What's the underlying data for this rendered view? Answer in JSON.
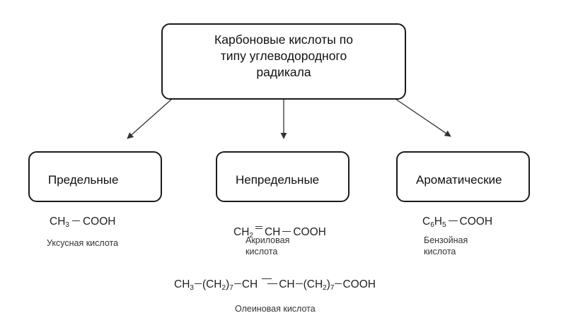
{
  "root": {
    "label": "Карбоновые кислоты по типу углеводородного радикала"
  },
  "categories": [
    {
      "label": "Предельные"
    },
    {
      "label": "Непредельные"
    },
    {
      "label": "Ароматические"
    }
  ],
  "examples": {
    "acetic": {
      "formula_a": "CH",
      "sub1": "3",
      "formula_b": "COOH",
      "name": "Уксусная кислота"
    },
    "acrylic": {
      "formula_a": "CH",
      "sub1": "2",
      "formula_b": "CH",
      "formula_c": "COOH",
      "name": "Акриловая кислота"
    },
    "benzoic": {
      "formula_a": "C",
      "sub1": "6",
      "formula_b": "H",
      "sub2": "5",
      "formula_c": "COOH",
      "name": "Бензойная кислота"
    },
    "oleic": {
      "p1": "CH",
      "s1": "3",
      "p2": "(CH",
      "s2": "2",
      "p3": ")",
      "s3": "7",
      "p4": "CH",
      "p5": "CH",
      "p6": "(CH",
      "s6": "2",
      "p7": ")",
      "s7": "7",
      "p8": "COOH",
      "name": "Олеиновая кислота"
    }
  },
  "colors": {
    "border": "#1b1b1b",
    "arrow": "#333333"
  }
}
